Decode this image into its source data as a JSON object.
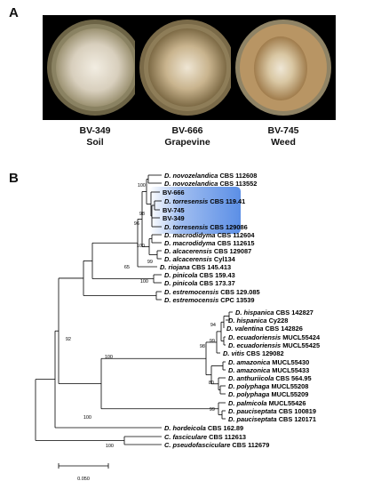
{
  "panels": {
    "a_label": "A",
    "b_label": "B"
  },
  "isolates": [
    {
      "code": "BV-349",
      "host": "Soil",
      "palette": {
        "rim": "#6d6446",
        "mycelium": "#d8cfbd",
        "center": "#f2ede2"
      }
    },
    {
      "code": "BV-666",
      "host": "Grapevine",
      "palette": {
        "rim": "#7a6a48",
        "mycelium": "#c9b48e",
        "center": "#efe6d4"
      }
    },
    {
      "code": "BV-745",
      "host": "Weed",
      "palette": {
        "rim": "#8f8365",
        "mycelium": "#b89564",
        "center": "#efe7d6"
      }
    }
  ],
  "tree": {
    "highlight_color": "#5c8fe6",
    "scale_label": "0.050",
    "taxa": [
      {
        "genus": "D.",
        "species": "novozelandica",
        "strain": "CBS 112608"
      },
      {
        "genus": "D.",
        "species": "novozelandica",
        "strain": "CBS 113552"
      },
      {
        "genus": "",
        "species": "",
        "strain": "BV-666"
      },
      {
        "genus": "D.",
        "species": "torresensis",
        "strain": "CBS 119.41"
      },
      {
        "genus": "",
        "species": "",
        "strain": "BV-745"
      },
      {
        "genus": "",
        "species": "",
        "strain": "BV-349"
      },
      {
        "genus": "D.",
        "species": "torresensis",
        "strain": "CBS 129086"
      },
      {
        "genus": "D.",
        "species": "macrodidyma",
        "strain": "CBS 112604"
      },
      {
        "genus": "D.",
        "species": "macrodidyma",
        "strain": "CBS 112615"
      },
      {
        "genus": "D.",
        "species": "alcacerensis",
        "strain": "CBS 129087"
      },
      {
        "genus": "D.",
        "species": "alcacerensis",
        "strain": "Cyl134"
      },
      {
        "genus": "D.",
        "species": "riojana",
        "strain": "CBS 145.413"
      },
      {
        "genus": "D.",
        "species": "pinicola",
        "strain": "CBS 159.43"
      },
      {
        "genus": "D.",
        "species": "pinicola",
        "strain": "CBS 173.37"
      },
      {
        "genus": "D.",
        "species": "estremocensis",
        "strain": "CBS 129.085"
      },
      {
        "genus": "D.",
        "species": "estremocensis",
        "strain": "CPC 13539"
      },
      {
        "genus": "D.",
        "species": "hispanica",
        "strain": "CBS 142827"
      },
      {
        "genus": "D.",
        "species": "hispanica",
        "strain": "Cy228"
      },
      {
        "genus": "D.",
        "species": "valentina",
        "strain": "CBS 142826"
      },
      {
        "genus": "D.",
        "species": "ecuadoriensis",
        "strain": "MUCL55424"
      },
      {
        "genus": "D.",
        "species": "ecuadoriensis",
        "strain": "MUCL55425"
      },
      {
        "genus": "D.",
        "species": "vitis",
        "strain": "CBS 129082"
      },
      {
        "genus": "D.",
        "species": "amazonica",
        "strain": "MUCL55430"
      },
      {
        "genus": "D.",
        "species": "amazonica",
        "strain": "MUCL55433"
      },
      {
        "genus": "D.",
        "species": "anthuriicola",
        "strain": "CBS 564.95"
      },
      {
        "genus": "D.",
        "species": "polyphaga",
        "strain": "MUCL55208"
      },
      {
        "genus": "D.",
        "species": "polyphaga",
        "strain": "MUCL55209"
      },
      {
        "genus": "D.",
        "species": "palmicola",
        "strain": "MUCL55426"
      },
      {
        "genus": "D.",
        "species": "pauciseptata",
        "strain": "CBS 100819"
      },
      {
        "genus": "D.",
        "species": "pauciseptata",
        "strain": "CBS 120171"
      },
      {
        "genus": "D.",
        "species": "hordeicola",
        "strain": "CBS 162.89"
      },
      {
        "genus": "C.",
        "species": "fasciculare",
        "strain": "CBS 112613"
      },
      {
        "genus": "C.",
        "species": "pseudofasciculare",
        "strain": "CBS 112679"
      }
    ],
    "bootstrap": [
      "100",
      "98",
      "96",
      "99",
      "100",
      "65",
      "100",
      "92",
      "94",
      "99",
      "98",
      "100",
      "80",
      "99",
      "100",
      "100"
    ]
  }
}
